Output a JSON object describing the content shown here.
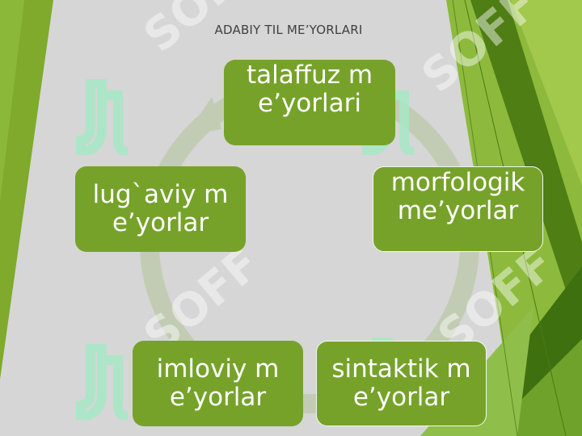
{
  "slide": {
    "title": "ADABIY  TIL ME’YORLARI",
    "nodes": [
      {
        "label": "talaffuz me’yorlari"
      },
      {
        "label": "morfologik me’yorlar"
      },
      {
        "label": "sintaktik me’yorlar"
      },
      {
        "label": "imloviy me’yorlar"
      },
      {
        "label": "lug`aviy me’yorlar"
      }
    ]
  },
  "watermark": {
    "text": "SOFF"
  },
  "colors": {
    "background": "#d6d6d6",
    "node_fill": "#76a22a",
    "cycle_arrow": "#c2ccb4",
    "accent_green": "#6a9a22",
    "watermark": "#a6e8c6"
  }
}
